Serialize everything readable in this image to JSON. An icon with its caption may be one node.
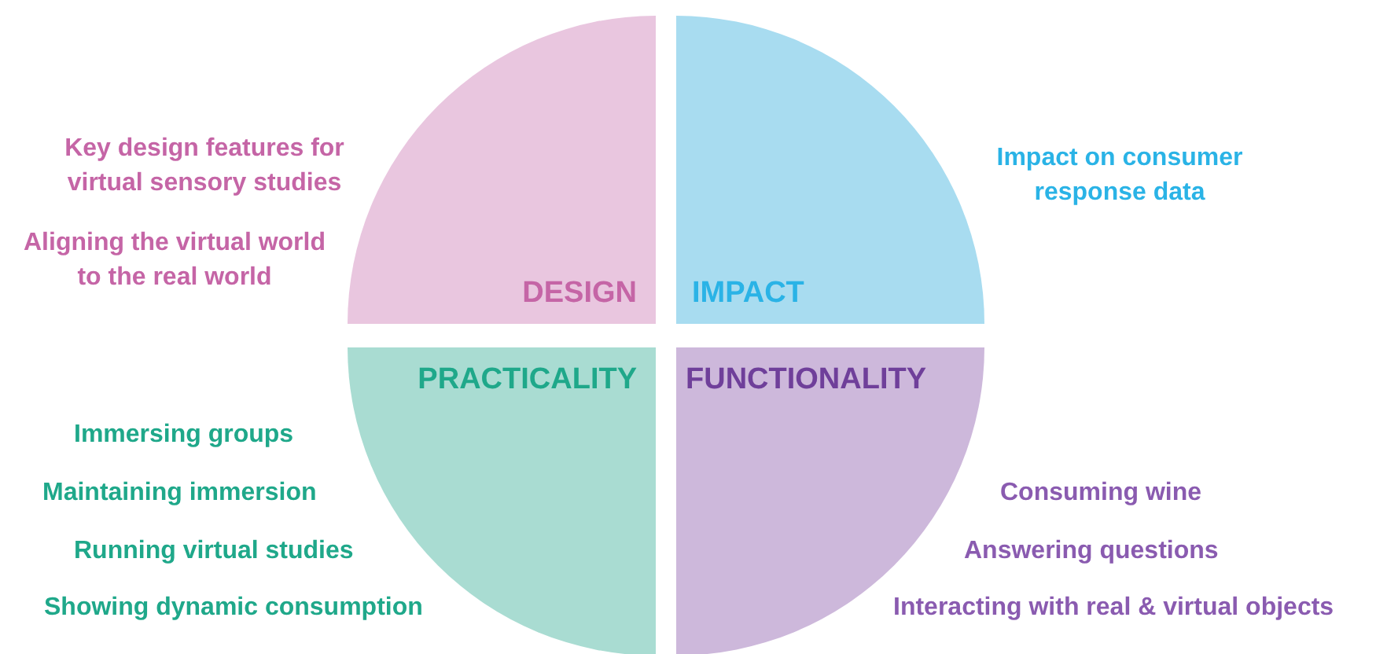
{
  "diagram": {
    "nodes": [
      {
        "text": [
          "DESIGN"
        ]
      },
      {
        "text": [
          "IMPACT"
        ]
      },
      {
        "text": [
          "PRACTICALITY"
        ]
      },
      {
        "text": [
          "FUNCTIONALITY"
        ]
      }
    ],
    "edges": [],
    "labels": [
      "Key design features for virtual sensory studies",
      "Impact on consumer response data",
      "Aligning the virtual world to the real world",
      "Immersing groups",
      "Maintaining immersion",
      "Consuming wine",
      "Running virtual studies",
      "Answering questions",
      "Showing dynamic consumption",
      "Interacting with real & virtual objects"
    ]
  }
}
